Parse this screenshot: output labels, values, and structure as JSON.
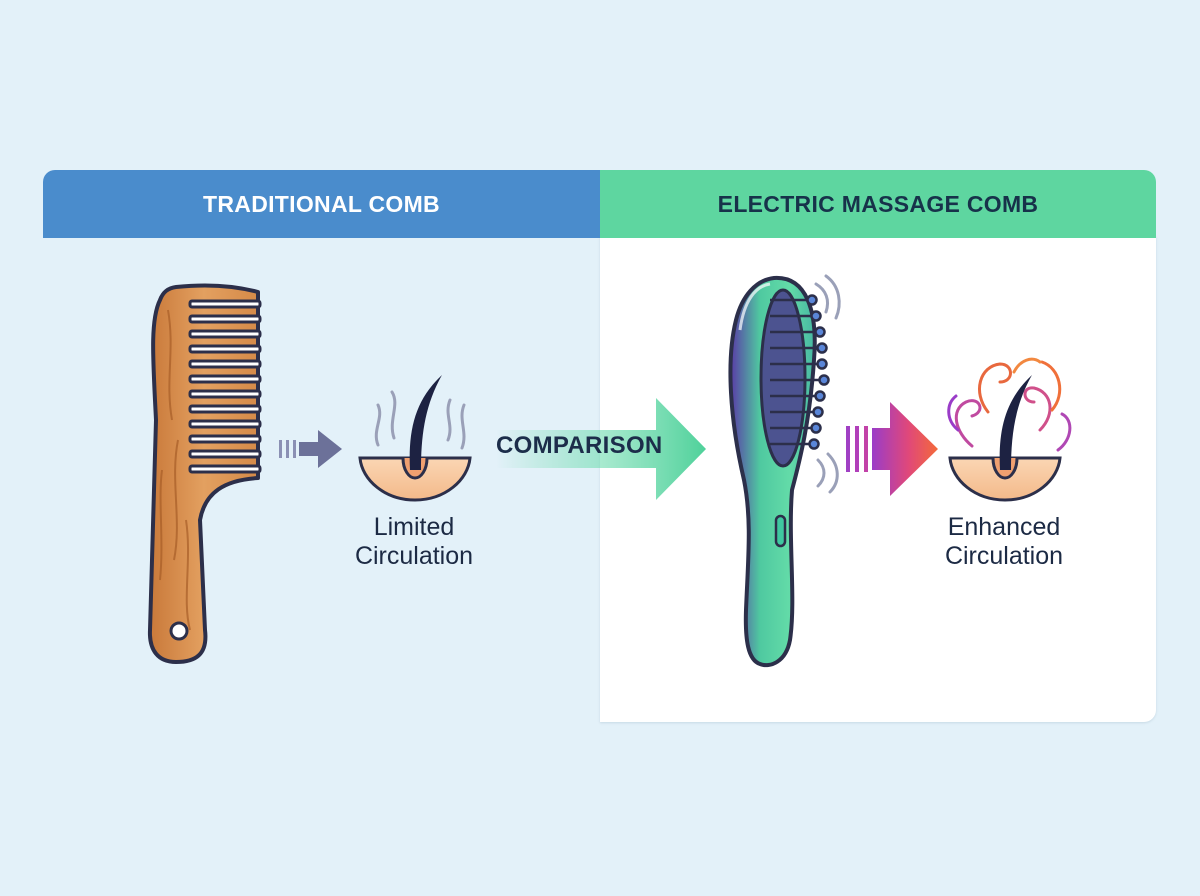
{
  "headers": {
    "traditional": "TRADITIONAL COMB",
    "electric": "ELECTRIC MASSAGE COMB"
  },
  "center_label": "COMPARISON",
  "results": {
    "traditional": {
      "line1": "Limited",
      "line2": "Circulation"
    },
    "electric": {
      "line1": "Enhanced",
      "line2": "Circulation"
    }
  },
  "colors": {
    "background": "#e3f1f9",
    "traditional_header": "#4a8ccc",
    "electric_header": "#5ed6a0",
    "wood": "#d9924a",
    "comb_outline": "#2c2f4a",
    "device_green": "#5ed6a0",
    "device_purple": "#6a3fb0",
    "heat_gradient": [
      "#9a3cc8",
      "#f05a3a"
    ]
  },
  "icons": {
    "traditional_comb": "wooden-comb-icon",
    "electric_comb": "electric-massage-brush-icon",
    "limited_follicle": "hair-follicle-limited-icon",
    "enhanced_follicle": "hair-follicle-enhanced-icon"
  }
}
